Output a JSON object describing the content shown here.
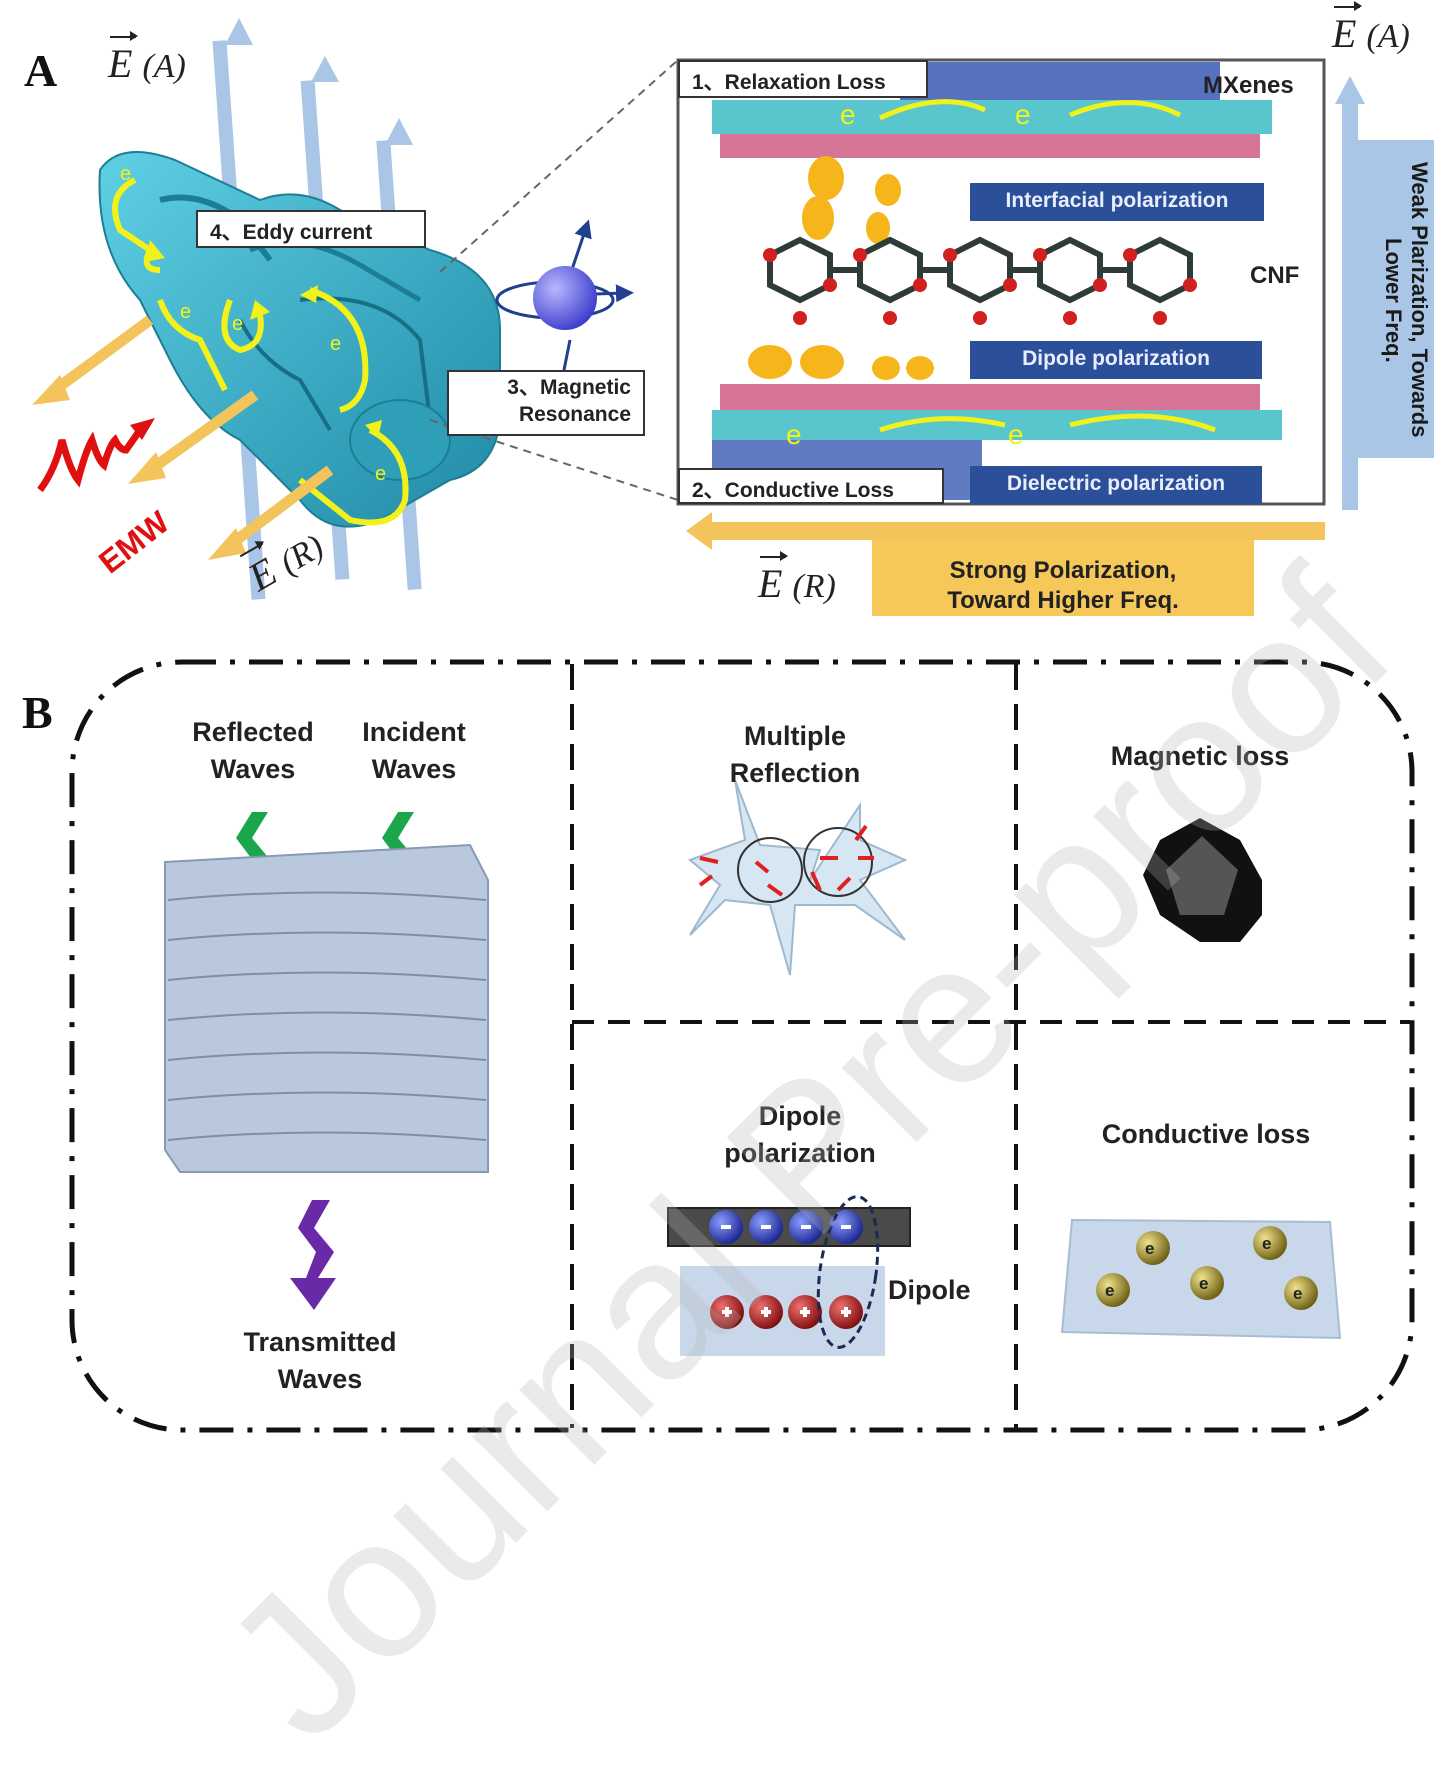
{
  "panel_a": {
    "letter": "A",
    "field_absorbed": {
      "symbol": "E",
      "label": "(A)"
    },
    "field_reflected": {
      "symbol": "E",
      "label": "(R)"
    },
    "field_absorbed_right": {
      "symbol": "E",
      "label": "(A)"
    },
    "field_reflected_bottom": {
      "symbol": "E",
      "label": "(R)"
    },
    "emw_label": "EMW",
    "eddy_current_label": "4、Eddy current",
    "magnetic_resonance_label_line1": "3、Magnetic",
    "magnetic_resonance_label_line2": "Resonance",
    "electron_symbol": "e-",
    "zoom_inset": {
      "relaxation_loss_label": "1、Relaxation Loss",
      "conductive_loss_label": "2、Conductive Loss",
      "mxenes_label": "MXenes",
      "cnf_label": "CNF",
      "interfacial_polarization": "Interfacial polarization",
      "dipole_polarization": "Dipole polarization",
      "dielectric_polarization": "Dielectric polarization"
    },
    "weak_arrow_text": "Weak Plarization, Towards Lower Freq.",
    "strong_arrow_line1": "Strong Polarization,",
    "strong_arrow_line2": "Toward Higher Freq.",
    "colors": {
      "label_blue": "#2c4f9a",
      "field_arrow_blue": "#a9c6e6",
      "reflect_arrow_yellow": "#f4c45c",
      "structure_teal": "#3fb3cc",
      "electron_yellow": "#f2f21a",
      "emw_red": "#e01010"
    }
  },
  "panel_b": {
    "letter": "B",
    "cells": {
      "waves": {
        "reflected_line1": "Reflected",
        "reflected_line2": "Waves",
        "incident_line1": "Incident",
        "incident_line2": "Waves",
        "transmitted_line1": "Transmitted",
        "transmitted_line2": "Waves"
      },
      "multiple_reflection": {
        "line1": "Multiple",
        "line2": "Reflection"
      },
      "magnetic_loss": {
        "title": "Magnetic loss"
      },
      "dipole_polarization": {
        "line1": "Dipole",
        "line2": "polarization",
        "dipole_label": "Dipole",
        "negative_sign": "-",
        "positive_sign": "+"
      },
      "conductive_loss": {
        "title": "Conductive loss",
        "electron": "e-"
      }
    },
    "colors": {
      "incident_arrow_green": "#1aa64a",
      "transmitted_arrow_purple": "#6a2aa8",
      "negative_charge_blue": "#2b3bb5",
      "positive_charge_red": "#b11c1c",
      "electron_gold": "#c6b340"
    }
  },
  "watermark": "Journal Pre-proof"
}
